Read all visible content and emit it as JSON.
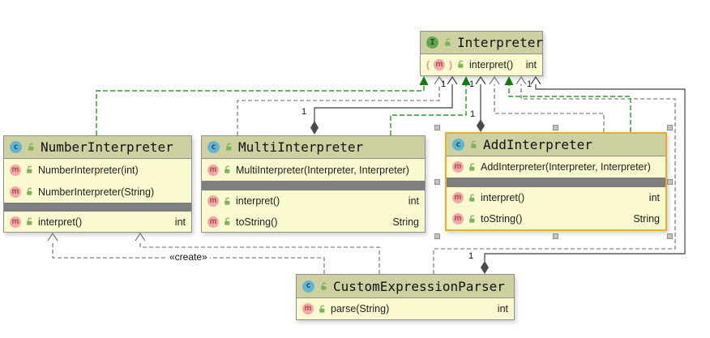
{
  "diagram": {
    "icon_letters": {
      "interface": "I",
      "class": "c",
      "method": "m"
    },
    "abstract_paren_open": "(",
    "abstract_paren_close": ")",
    "classes": [
      {
        "name": "Interpreter",
        "kind": "interface",
        "methods": [
          {
            "label": "interpret()",
            "returns": "int",
            "abstract": true
          }
        ]
      },
      {
        "name": "NumberInterpreter",
        "kind": "class",
        "constructors": [
          {
            "label": "NumberInterpreter(int)"
          },
          {
            "label": "NumberInterpreter(String)"
          }
        ],
        "methods": [
          {
            "label": "interpret()",
            "returns": "int"
          }
        ]
      },
      {
        "name": "MultiInterpreter",
        "kind": "class",
        "constructors": [
          {
            "label": "MultiInterpreter(Interpreter, Interpreter)"
          }
        ],
        "methods": [
          {
            "label": "interpret()",
            "returns": "int"
          },
          {
            "label": "toString()",
            "returns": "String"
          }
        ]
      },
      {
        "name": "AddInterpreter",
        "kind": "class",
        "selected": true,
        "constructors": [
          {
            "label": "AddInterpreter(Interpreter, Interpreter)"
          }
        ],
        "methods": [
          {
            "label": "interpret()",
            "returns": "int"
          },
          {
            "label": "toString()",
            "returns": "String"
          }
        ]
      },
      {
        "name": "CustomExpressionParser",
        "kind": "class",
        "methods": [
          {
            "label": "parse(String)",
            "returns": "int"
          }
        ]
      }
    ],
    "edges": [
      {
        "type": "realization",
        "from": "NumberInterpreter",
        "to": "Interpreter"
      },
      {
        "type": "realization",
        "from": "MultiInterpreter",
        "to": "Interpreter"
      },
      {
        "type": "realization",
        "from": "AddInterpreter",
        "to": "Interpreter"
      },
      {
        "type": "dependency",
        "from": "MultiInterpreter",
        "to": "Interpreter"
      },
      {
        "type": "dependency",
        "from": "AddInterpreter",
        "to": "Interpreter"
      },
      {
        "type": "dependency",
        "from": "CustomExpressionParser",
        "to": "Interpreter"
      },
      {
        "type": "aggregation",
        "from": "MultiInterpreter",
        "to": "Interpreter",
        "from_multiplicity": "1",
        "to_multiplicity": "1"
      },
      {
        "type": "aggregation",
        "from": "AddInterpreter",
        "to": "Interpreter",
        "from_multiplicity": "1",
        "to_multiplicity": "1"
      },
      {
        "type": "aggregation",
        "from": "CustomExpressionParser",
        "to": "Interpreter",
        "from_multiplicity": "1",
        "to_multiplicity": "1"
      },
      {
        "type": "dependency",
        "from": "CustomExpressionParser",
        "to": "NumberInterpreter",
        "stereotype": "«create»"
      },
      {
        "type": "dependency",
        "from": "CustomExpressionParser",
        "to": "NumberInterpreter"
      }
    ],
    "colors": {
      "header": "#cfd0a2",
      "body": "#fbf9cf",
      "separator": "#7f7f7f",
      "selected_border": "#e3b02e",
      "realization": "#0d7d0d",
      "dependency": "#686868",
      "association": "#3e3e3e"
    }
  }
}
